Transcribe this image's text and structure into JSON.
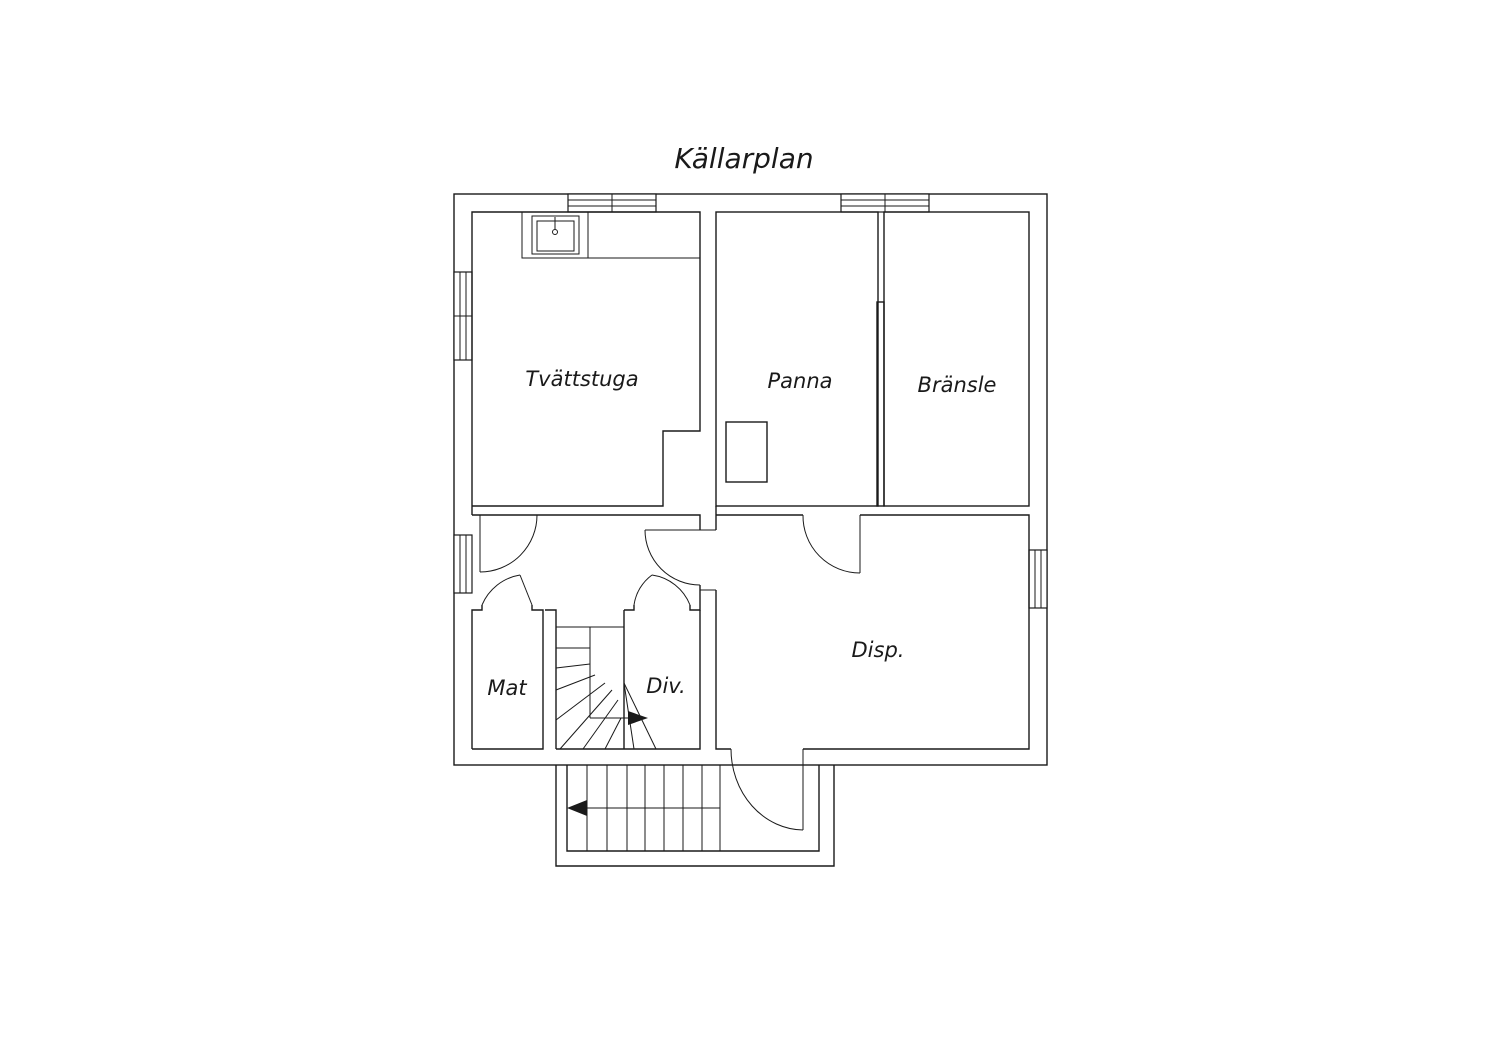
{
  "title": "Källarplan",
  "rooms": [
    {
      "id": "tvattstuga",
      "label": "Tvättstuga"
    },
    {
      "id": "panna",
      "label": "Panna"
    },
    {
      "id": "bransle",
      "label": "Bränsle"
    },
    {
      "id": "disp",
      "label": "Disp."
    },
    {
      "id": "mat",
      "label": "Mat"
    },
    {
      "id": "div",
      "label": "Div."
    }
  ],
  "colors": {
    "line": "#1a1a1a",
    "background": "#ffffff"
  }
}
